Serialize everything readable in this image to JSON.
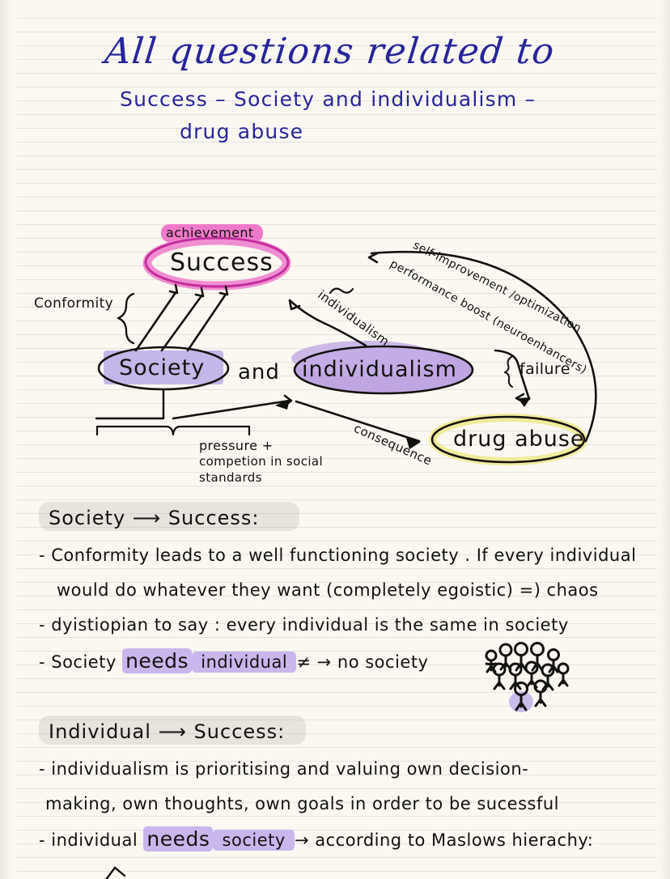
{
  "page": {
    "background_color": "#faf8f1",
    "ink_color": "#15130f",
    "title_ink_color": "#27259a"
  },
  "title": {
    "line1": "All questions related to",
    "line2": "Success – Society and individualism –",
    "line3": "drug abuse"
  },
  "diagram": {
    "nodes": [
      {
        "id": "success",
        "label": "Success",
        "highlight_color": "#ef79c9",
        "outline_color": "#d83fa8"
      },
      {
        "id": "society",
        "label": "Society",
        "highlight_color": "#c4b6e8",
        "outline_color": "#141210"
      },
      {
        "id": "individualism",
        "label": "individualism",
        "highlight_color": "#bfa6e2",
        "outline_color": "#141210"
      },
      {
        "id": "drug-abuse",
        "label": "drug abuse",
        "highlight_color": "#f2edа0",
        "outline_color": "#141210"
      }
    ],
    "tags": {
      "achievement": "achievement"
    },
    "connector_word": "and",
    "edge_labels": {
      "conformity": "Conformity",
      "individualism": "individualism",
      "self_improvement": "self-improvement /optimization",
      "performance_boost": "performance boost (neuroenhancers)",
      "failure": "failure",
      "consequence": "consequence",
      "pressure_line1": "pressure +",
      "pressure_line2": "competion in social",
      "pressure_line3": "standards"
    }
  },
  "sections": [
    {
      "id": "society-success",
      "heading": "Society ⟶ Success:",
      "bullets": [
        "- Conformity leads to a well functioning society . If every individual",
        "would do whatever they want (completely egoistic) =) chaos",
        "- dyistiopian to say : every individual is the same in society"
      ],
      "bullet_mixed": {
        "prefix": "- Society ",
        "emphasis": "needs",
        "highlight": " individual ",
        "suffix": "≠ → no society"
      }
    },
    {
      "id": "individual-success",
      "heading": "Individual ⟶ Success:",
      "bullets": [
        "- individualism is prioritising and valuing own decision-",
        "making, own thoughts, own goals in order to be sucessful"
      ],
      "bullet_mixed": {
        "prefix": "- individual ",
        "emphasis": "needs",
        "highlight": " society ",
        "suffix": "→ according to Maslows hierachy:"
      }
    }
  ],
  "icons": {
    "crowd": "crowd-of-people-icon",
    "crowd_highlight_color": "#c9bcea"
  }
}
